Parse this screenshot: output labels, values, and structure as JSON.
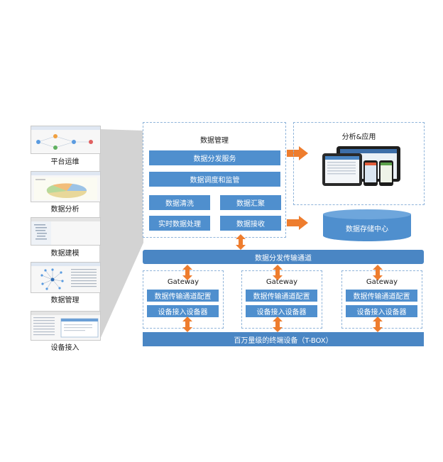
{
  "sidebar": {
    "items": [
      {
        "label": "平台运维",
        "icon": "network-graph-thumbnail"
      },
      {
        "label": "数据分析",
        "icon": "pie-chart-thumbnail"
      },
      {
        "label": "数据建模",
        "icon": "tree-list-thumbnail"
      },
      {
        "label": "数据管理",
        "icon": "radial-graph-thumbnail"
      },
      {
        "label": "设备接入",
        "icon": "table-dialog-thumbnail"
      }
    ]
  },
  "data_mgmt": {
    "title": "数据管理",
    "distribution_service": "数据分发服务",
    "scheduling_monitoring": "数据调度和监管",
    "cleaning": "数据清洗",
    "aggregation": "数据汇聚",
    "realtime_processing": "实时数据处理",
    "receiving": "数据接收"
  },
  "analysis": {
    "title": "分析&应用",
    "icon": "tablet-phone-devices-image"
  },
  "storage": {
    "label": "数据存储中心"
  },
  "channel": {
    "label": "数据分发传输通道"
  },
  "gateways": [
    {
      "title": "Gateway",
      "config": "数据传输通道配置",
      "access": "设备接入设备器"
    },
    {
      "title": "Gateway",
      "config": "数据传输通道配置",
      "access": "设备接入设备器"
    },
    {
      "title": "Gateway",
      "config": "数据传输通道配置",
      "access": "设备接入设备器"
    }
  ],
  "terminal": {
    "label": "百万量级的终端设备（T-BOX）"
  },
  "colors": {
    "box_blue": "#4f8fce",
    "arrow_orange": "#ee7d2e",
    "dashed_border": "#8fb4da",
    "funnel_gray": "#d3d3d3"
  }
}
